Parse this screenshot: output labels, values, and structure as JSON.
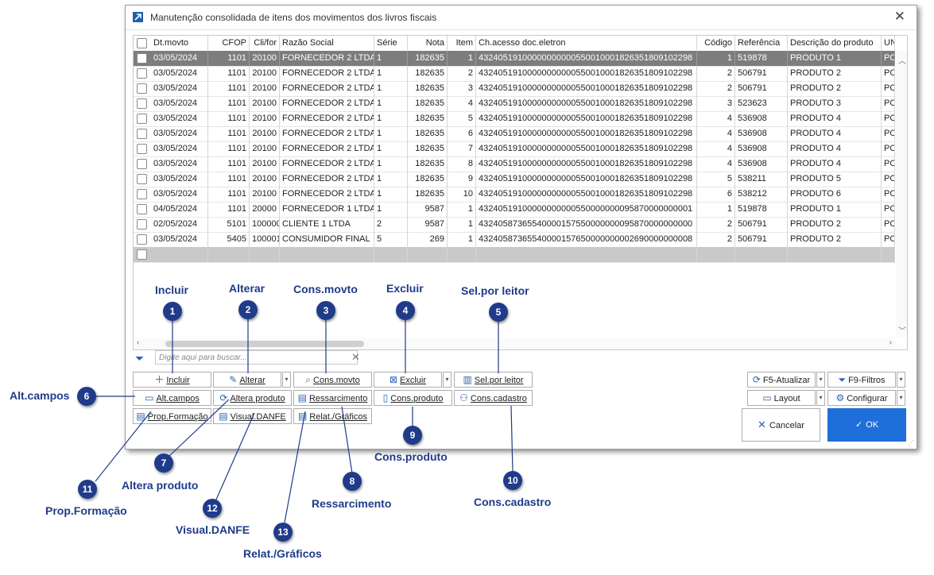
{
  "window": {
    "title": "Manutenção consolidada de itens dos movimentos dos livros fiscais"
  },
  "grid": {
    "columns": [
      "Dt.movto",
      "CFOP",
      "Cli/for",
      "Razão Social",
      "Série",
      "Nota",
      "Item",
      "Ch.acesso doc.eletron",
      "Código",
      "Referência",
      "Descrição do produto",
      "UN"
    ],
    "rows": [
      [
        "03/05/2024",
        "1101",
        "20100",
        "FORNECEDOR 2 LTDA",
        "1",
        "182635",
        "1",
        "43240519100000000000550010001826351809102298",
        "1",
        "519878",
        "PRODUTO 1",
        "PC"
      ],
      [
        "03/05/2024",
        "1101",
        "20100",
        "FORNECEDOR 2 LTDA",
        "1",
        "182635",
        "2",
        "43240519100000000000550010001826351809102298",
        "2",
        "506791",
        "PRODUTO 2",
        "PC"
      ],
      [
        "03/05/2024",
        "1101",
        "20100",
        "FORNECEDOR 2 LTDA",
        "1",
        "182635",
        "3",
        "43240519100000000000550010001826351809102298",
        "2",
        "506791",
        "PRODUTO 2",
        "PC"
      ],
      [
        "03/05/2024",
        "1101",
        "20100",
        "FORNECEDOR 2 LTDA",
        "1",
        "182635",
        "4",
        "43240519100000000000550010001826351809102298",
        "3",
        "523623",
        "PRODUTO 3",
        "PC"
      ],
      [
        "03/05/2024",
        "1101",
        "20100",
        "FORNECEDOR 2 LTDA",
        "1",
        "182635",
        "5",
        "43240519100000000000550010001826351809102298",
        "4",
        "536908",
        "PRODUTO 4",
        "PC"
      ],
      [
        "03/05/2024",
        "1101",
        "20100",
        "FORNECEDOR 2 LTDA",
        "1",
        "182635",
        "6",
        "43240519100000000000550010001826351809102298",
        "4",
        "536908",
        "PRODUTO 4",
        "PC"
      ],
      [
        "03/05/2024",
        "1101",
        "20100",
        "FORNECEDOR 2 LTDA",
        "1",
        "182635",
        "7",
        "43240519100000000000550010001826351809102298",
        "4",
        "536908",
        "PRODUTO 4",
        "PC"
      ],
      [
        "03/05/2024",
        "1101",
        "20100",
        "FORNECEDOR 2 LTDA",
        "1",
        "182635",
        "8",
        "43240519100000000000550010001826351809102298",
        "4",
        "536908",
        "PRODUTO 4",
        "PC"
      ],
      [
        "03/05/2024",
        "1101",
        "20100",
        "FORNECEDOR 2 LTDA",
        "1",
        "182635",
        "9",
        "43240519100000000000550010001826351809102298",
        "5",
        "538211",
        "PRODUTO 5",
        "PC"
      ],
      [
        "03/05/2024",
        "1101",
        "20100",
        "FORNECEDOR 2 LTDA",
        "1",
        "182635",
        "10",
        "43240519100000000000550010001826351809102298",
        "6",
        "538212",
        "PRODUTO 6",
        "PC"
      ],
      [
        "04/05/2024",
        "1101",
        "20000",
        "FORNECEDOR 1 LTDA",
        "1",
        "9587",
        "1",
        "43240519100000000000550000000095870000000001",
        "1",
        "519878",
        "PRODUTO 1",
        "PC"
      ],
      [
        "02/05/2024",
        "5101",
        "100000",
        "CLIENTE 1 LTDA",
        "2",
        "9587",
        "1",
        "43240587365540000157550000000095870000000000",
        "2",
        "506791",
        "PRODUTO 2",
        "PC"
      ],
      [
        "03/05/2024",
        "5405",
        "100001",
        "CONSUMIDOR FINAL",
        "5",
        "269",
        "1",
        "43240587365540000157650000000002690000000008",
        "2",
        "506791",
        "PRODUTO 2",
        "PC"
      ]
    ]
  },
  "search": {
    "placeholder": "Digite aqui para buscar..."
  },
  "buttons": {
    "incluir": "Incluir",
    "alterar": "Alterar",
    "cons_movto": "Cons.movto",
    "excluir": "Excluir",
    "sel_leitor": "Sel.por leitor",
    "alt_campos": "Alt.campos",
    "altera_produto": "Altera produto",
    "ressarcimento": "Ressarcimento",
    "cons_produto": "Cons.produto",
    "cons_cadastro": "Cons.cadastro",
    "prop_formacao": "Prop.Formação",
    "visual_danfe": "Visual.DANFE",
    "relat_graficos": "Relat./Gráficos",
    "f5_atualizar": "F5-Atualizar",
    "f9_filtros": "F9-Filtros",
    "layout": "Layout",
    "configurar": "Configurar",
    "cancelar": "Cancelar",
    "ok": "OK"
  },
  "annotations": [
    {
      "n": "1",
      "label": "Incluir"
    },
    {
      "n": "2",
      "label": "Alterar"
    },
    {
      "n": "3",
      "label": "Cons.movto"
    },
    {
      "n": "4",
      "label": "Excluir"
    },
    {
      "n": "5",
      "label": "Sel.por leitor"
    },
    {
      "n": "6",
      "label": "Alt.campos"
    },
    {
      "n": "7",
      "label": "Altera produto"
    },
    {
      "n": "8",
      "label": "Ressarcimento"
    },
    {
      "n": "9",
      "label": "Cons.produto"
    },
    {
      "n": "10",
      "label": "Cons.cadastro"
    },
    {
      "n": "11",
      "label": "Prop.Formação"
    },
    {
      "n": "12",
      "label": "Visual.DANFE"
    },
    {
      "n": "13",
      "label": "Relat./Gráficos"
    }
  ],
  "colors": {
    "accent": "#1e6fd9",
    "marker": "#1f3b8a",
    "selected_row": "#7d7d7d"
  }
}
